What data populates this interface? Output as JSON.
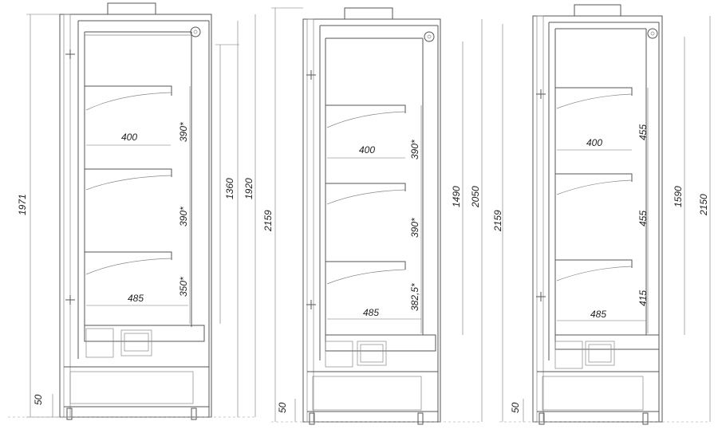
{
  "units": [
    {
      "heights": [
        "1971",
        "2159",
        "50"
      ],
      "labels": {
        "overall": "1971",
        "tall": "1920",
        "inner": "1360",
        "cabinet": "2159",
        "foot": "50"
      },
      "shelf_gaps": [
        "390*",
        "390*",
        "350*"
      ],
      "depths": [
        "400",
        "485"
      ]
    },
    {
      "labels": {
        "overall": "2159",
        "tall": "2050",
        "inner": "1490",
        "foot": "50"
      },
      "shelf_gaps": [
        "390*",
        "390*",
        "382,5*"
      ],
      "depths": [
        "400",
        "485"
      ]
    },
    {
      "labels": {
        "tall": "2150",
        "inner": "1590",
        "foot": "50"
      },
      "shelf_gaps": [
        "455",
        "455",
        "415"
      ],
      "depths": [
        "400",
        "485"
      ]
    }
  ],
  "colors": {
    "line": "#555555",
    "text": "#222222"
  }
}
